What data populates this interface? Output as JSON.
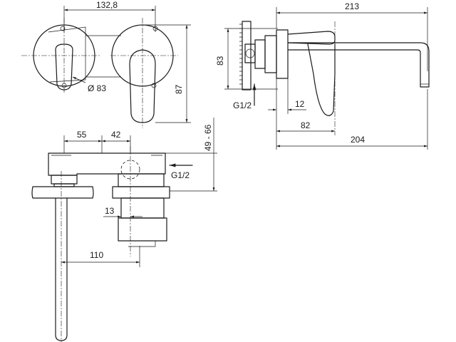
{
  "drawing": {
    "labels": {
      "width_front": "132,8",
      "diameter": "Ø 83",
      "height_front": "87",
      "width_side": "213",
      "height_side": "83",
      "connection_side": "G1/2",
      "dim_12": "12",
      "dim_82": "82",
      "dim_204": "204",
      "dim_55": "55",
      "dim_42": "42",
      "depth_range": "49 - 66",
      "connection_top": "G1/2",
      "dim_13": "13",
      "dim_110": "110"
    }
  }
}
